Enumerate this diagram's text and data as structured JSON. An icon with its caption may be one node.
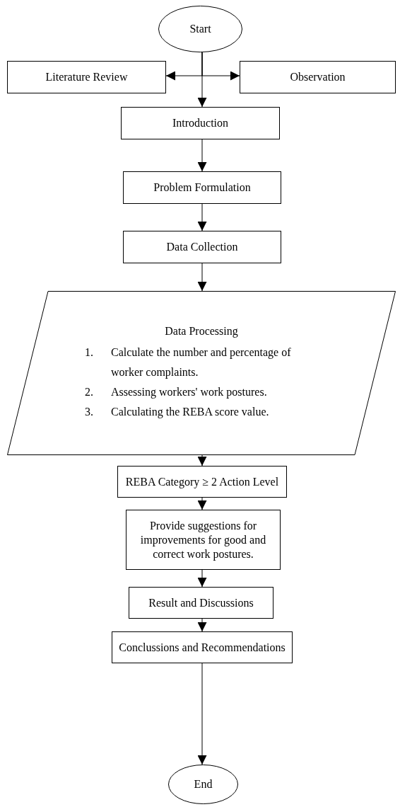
{
  "diagram": {
    "nodes": [
      {
        "text": [
          "Start"
        ]
      },
      {
        "text": [
          "Literature Review"
        ]
      },
      {
        "text": [
          "Observation"
        ]
      },
      {
        "text": [
          "Introduction"
        ]
      },
      {
        "text": [
          "Problem Formulation"
        ]
      },
      {
        "text": [
          "Data Collection"
        ]
      },
      {
        "text": [
          "Data Processing",
          "1. Calculate the number and percentage of worker complaints.",
          "2. Assessing workers' work postures.",
          "3. Calculating the REBA score value."
        ]
      },
      {
        "text": [
          "REBA Category ≥ 2 Action Level"
        ]
      },
      {
        "text": [
          "Provide suggestions for improvements for good and correct work postures."
        ]
      },
      {
        "text": [
          "Result and Discussions"
        ]
      },
      {
        "text": [
          "Conclussions and Recommendations"
        ]
      },
      {
        "text": [
          "End"
        ]
      }
    ],
    "edges": [
      {
        "from": 0,
        "to": 1,
        "arrow": "to"
      },
      {
        "from": 0,
        "to": 2,
        "arrow": "to"
      },
      {
        "from": 0,
        "to": 3,
        "arrow": "to"
      },
      {
        "from": 3,
        "to": 4,
        "arrow": "to"
      },
      {
        "from": 4,
        "to": 5,
        "arrow": "to"
      },
      {
        "from": 5,
        "to": 6,
        "arrow": "to"
      },
      {
        "from": 6,
        "to": 7,
        "arrow": "to"
      },
      {
        "from": 7,
        "to": 8,
        "arrow": "to"
      },
      {
        "from": 8,
        "to": 9,
        "arrow": "to"
      },
      {
        "from": 9,
        "to": 10,
        "arrow": "to"
      },
      {
        "from": 10,
        "to": 11,
        "arrow": "to"
      }
    ]
  }
}
